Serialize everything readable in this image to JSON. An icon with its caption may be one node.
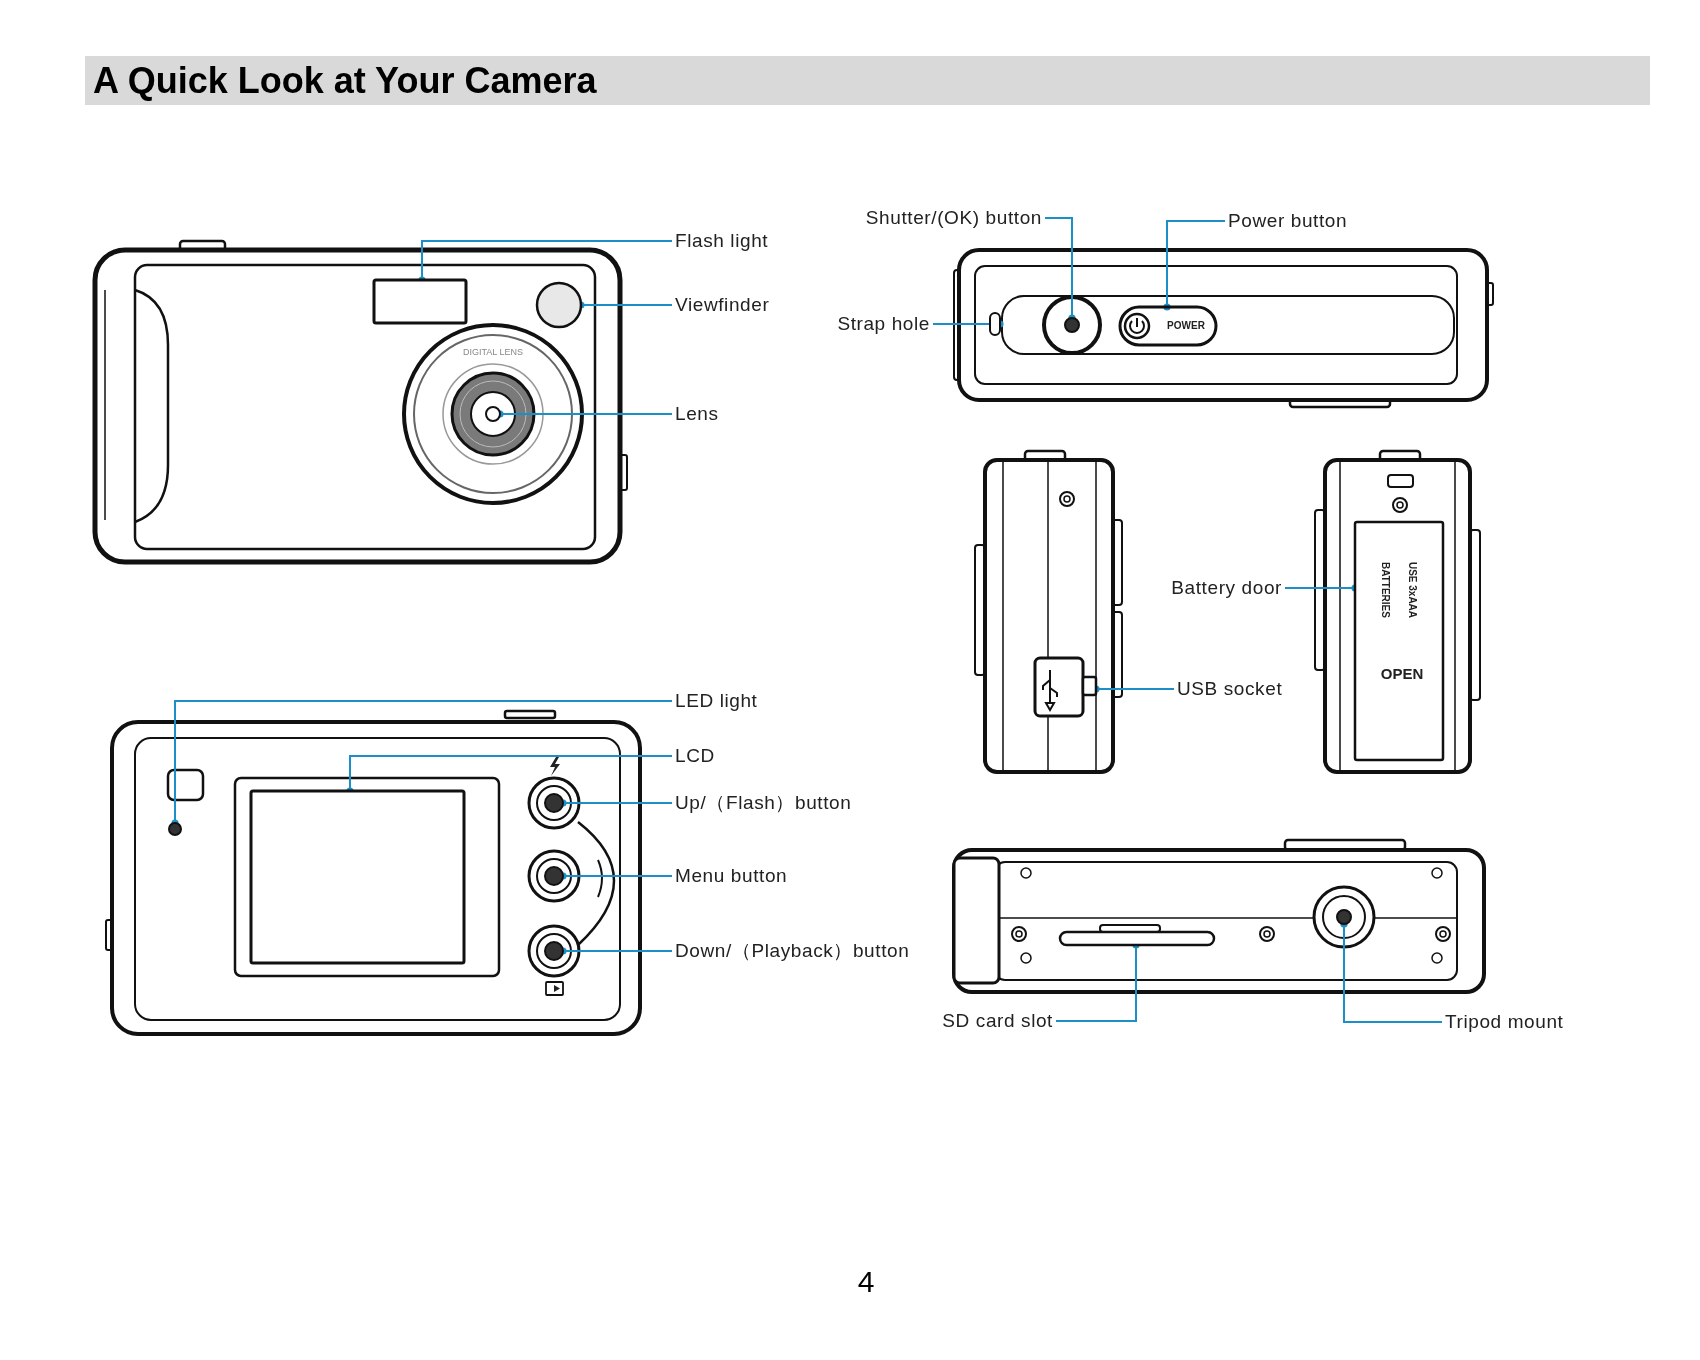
{
  "diagram": {
    "title": "A Quick Look at Your Camera",
    "nodes": [
      {
        "text": [
          "Flash light"
        ]
      },
      {
        "text": [],
        "shape": "box"
      },
      {
        "text": [
          "Viewfinder"
        ]
      },
      {
        "text": [],
        "shape": "circle"
      },
      {
        "text": [
          "Lens"
        ]
      },
      {
        "text": [],
        "shape": "circle"
      },
      {
        "text": [
          "LED light"
        ]
      },
      {
        "text": [],
        "shape": "circle"
      },
      {
        "text": [
          "LCD"
        ]
      },
      {
        "text": [],
        "shape": "box"
      },
      {
        "text": [
          "Up/（Flash）button"
        ]
      },
      {
        "text": [],
        "shape": "circle"
      },
      {
        "text": [
          "Menu button"
        ]
      },
      {
        "text": [],
        "shape": "circle"
      },
      {
        "text": [
          "Down/（Playback）button"
        ]
      },
      {
        "text": [],
        "shape": "circle"
      },
      {
        "text": [
          "Shutter/(OK) button"
        ]
      },
      {
        "text": [],
        "shape": "circle"
      },
      {
        "text": [
          "Power button"
        ]
      },
      {
        "text": [],
        "shape": "box"
      },
      {
        "text": [
          "Strap hole"
        ]
      },
      {
        "text": [],
        "shape": "bar"
      },
      {
        "text": [
          "Battery door"
        ]
      },
      {
        "text": [],
        "shape": "box"
      },
      {
        "text": [
          "USB socket"
        ]
      },
      {
        "text": [],
        "shape": "box"
      },
      {
        "text": [
          "SD card slot"
        ]
      },
      {
        "text": [],
        "shape": "bar"
      },
      {
        "text": [
          "Tripod mount"
        ]
      },
      {
        "text": [],
        "shape": "circle"
      }
    ],
    "edges": [
      {
        "from": 0,
        "to": 1,
        "arrow": "other"
      },
      {
        "from": 2,
        "to": 3,
        "arrow": "other"
      },
      {
        "from": 4,
        "to": 5,
        "arrow": "other"
      },
      {
        "from": 6,
        "to": 7,
        "arrow": "other"
      },
      {
        "from": 8,
        "to": 9,
        "arrow": "other"
      },
      {
        "from": 10,
        "to": 11,
        "arrow": "other"
      },
      {
        "from": 12,
        "to": 13,
        "arrow": "other"
      },
      {
        "from": 14,
        "to": 15,
        "arrow": "other"
      },
      {
        "from": 16,
        "to": 17,
        "arrow": "other"
      },
      {
        "from": 18,
        "to": 19,
        "arrow": "other"
      },
      {
        "from": 20,
        "to": 21,
        "arrow": "other"
      },
      {
        "from": 22,
        "to": 23,
        "arrow": "other"
      },
      {
        "from": 24,
        "to": 25,
        "arrow": "other"
      },
      {
        "from": 26,
        "to": 27,
        "arrow": "other"
      },
      {
        "from": 28,
        "to": 29,
        "arrow": "other"
      }
    ],
    "labels": [
      "POWER",
      "DIGITAL LENS",
      "BATTERIES",
      "USE 3xAAA",
      "OPEN",
      "4"
    ]
  }
}
